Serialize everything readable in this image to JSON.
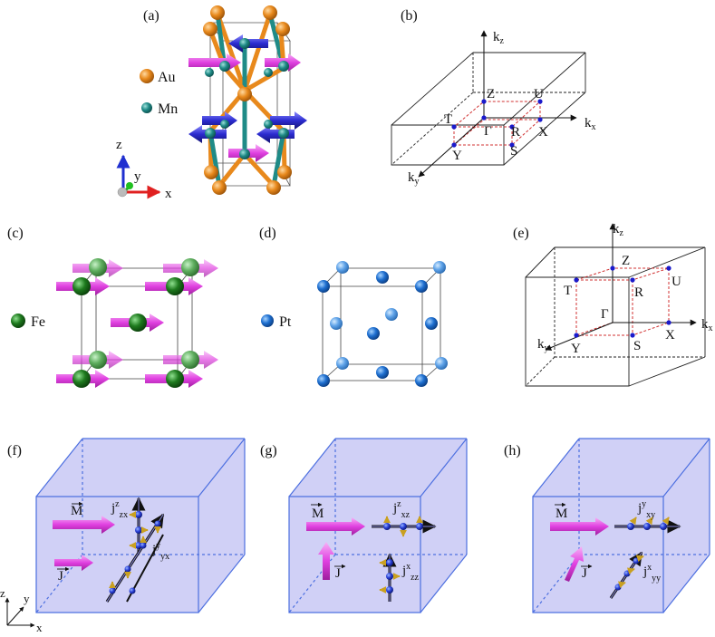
{
  "panels": {
    "a": {
      "label": "(a)",
      "legend": [
        {
          "name": "Au",
          "color": "#E8891C"
        },
        {
          "name": "Mn",
          "color": "#1F8B87"
        }
      ],
      "axes": {
        "z": "z",
        "y": "y",
        "x": "x"
      }
    },
    "b": {
      "label": "(b)",
      "axes": {
        "kz": "k",
        "kz_sub": "z",
        "kx": "k",
        "kx_sub": "x",
        "ky": "k",
        "ky_sub": "y"
      },
      "points": {
        "Z": "Z",
        "U": "U",
        "T": "T",
        "Gamma": "Γ",
        "R": "R",
        "X": "X",
        "Y": "Y",
        "S": "S"
      }
    },
    "c": {
      "label": "(c)",
      "legend": [
        {
          "name": "Fe",
          "color": "#1E7A1E"
        }
      ]
    },
    "d": {
      "label": "(d)",
      "legend": [
        {
          "name": "Pt",
          "color": "#1E6FD0"
        }
      ]
    },
    "e": {
      "label": "(e)",
      "axes": {
        "kz": "k",
        "kz_sub": "z",
        "kx": "k",
        "kx_sub": "x",
        "ky": "k",
        "ky_sub": "y"
      },
      "points": {
        "Z": "Z",
        "U": "U",
        "T": "T",
        "R": "R",
        "Gamma": "Γ",
        "X": "X",
        "Y": "Y",
        "S": "S"
      }
    },
    "f": {
      "label": "(f)",
      "M": "M",
      "J": "J",
      "j1": {
        "main": "j",
        "sup": "z",
        "sub": "zx"
      },
      "j2": {
        "main": "j",
        "sup": "y",
        "sub": "yx"
      },
      "axes": {
        "z": "z",
        "y": "y",
        "x": "x"
      }
    },
    "g": {
      "label": "(g)",
      "M": "M",
      "J": "J",
      "j1": {
        "main": "j",
        "sup": "z",
        "sub": "xz"
      },
      "j2": {
        "main": "j",
        "sup": "x",
        "sub": "zz"
      }
    },
    "h": {
      "label": "(h)",
      "M": "M",
      "J": "J",
      "j1": {
        "main": "j",
        "sup": "y",
        "sub": "xy"
      },
      "j2": {
        "main": "j",
        "sup": "x",
        "sub": "yy"
      }
    }
  },
  "colors": {
    "au": "#E8891C",
    "mn": "#1F8B87",
    "fe": "#1E7A1E",
    "pt": "#1E6FD0",
    "magenta": "#E040E0",
    "blue_arrow": "#2B2BD0",
    "box_fill": "#C8C8F4",
    "box_edge": "#4C6FE0",
    "kpoint": "#1A1ACC",
    "path_red": "#D03030"
  }
}
